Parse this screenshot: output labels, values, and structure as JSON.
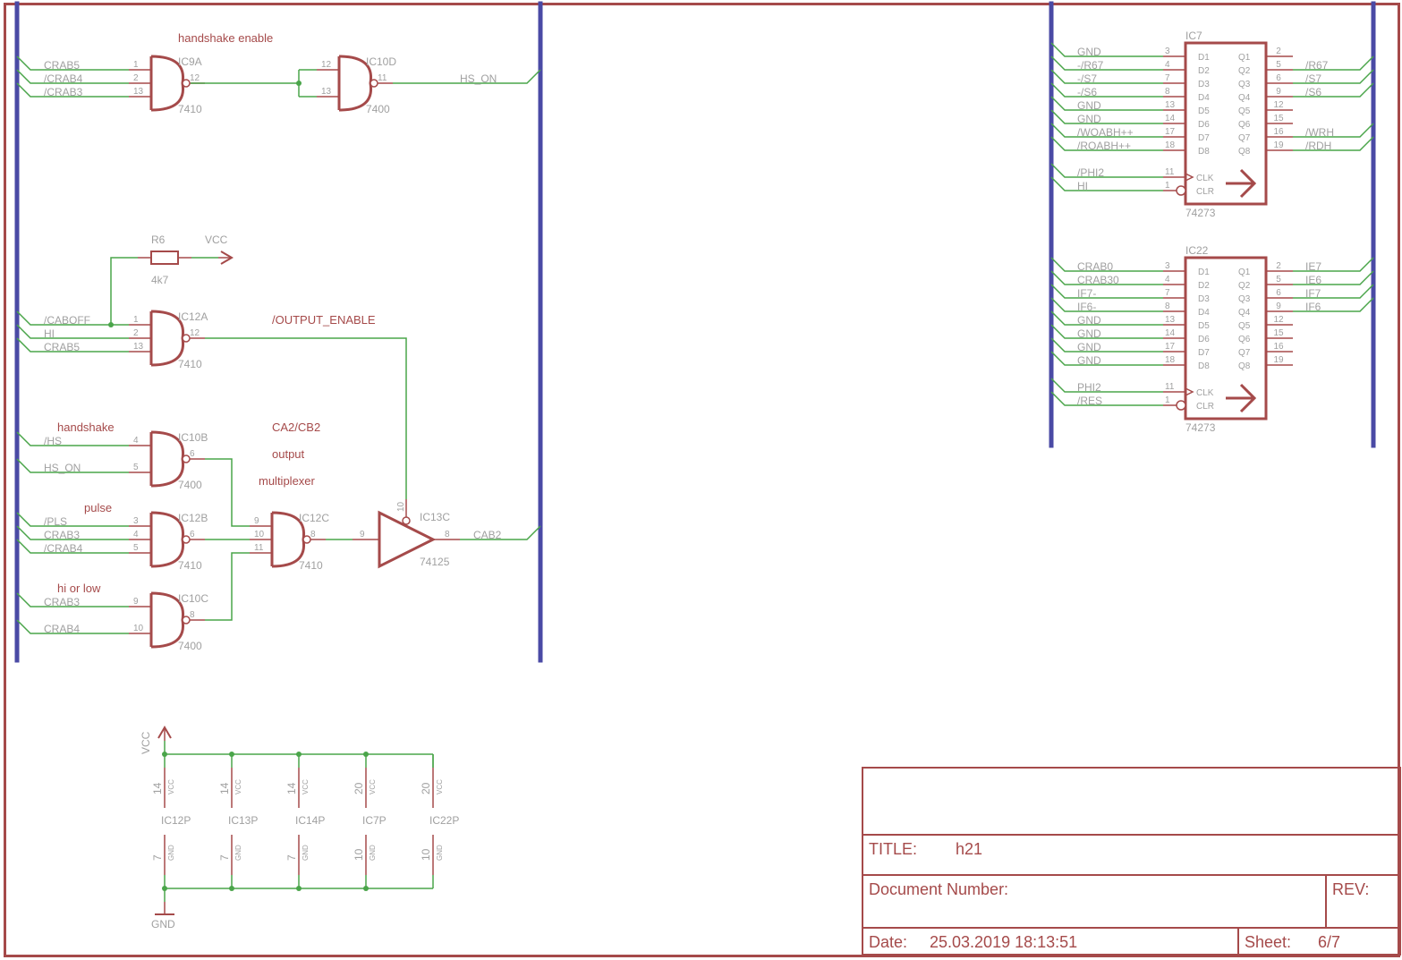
{
  "sheet": {
    "colors": {
      "frame": "#a54a4a",
      "bus": "#4a4aa5",
      "net": "#4aa54a",
      "text": "#a0a0a0",
      "comment": "#a54a4a"
    }
  },
  "comments": {
    "handshake_enable": "handshake enable",
    "output_enable": "/OUTPUT_ENABLE",
    "handshake": "handshake",
    "pulse": "pulse",
    "hi_or_low": "hi or low",
    "mux1": "CA2/CB2",
    "mux2": "output",
    "mux3": "multiplexer"
  },
  "gates": [
    {
      "id": "IC9A",
      "type": "7410",
      "inputs": [
        {
          "net": "CRAB5",
          "pin": "1"
        },
        {
          "net": "/CRAB4",
          "pin": "2"
        },
        {
          "net": "/CRAB3",
          "pin": "13"
        }
      ],
      "out_pin": "12"
    },
    {
      "id": "IC10D",
      "type": "7400",
      "inputs": [
        {
          "net": "",
          "pin": "12"
        },
        {
          "net": "",
          "pin": "13"
        }
      ],
      "out_pin": "11",
      "out_net": "HS_ON"
    },
    {
      "id": "IC12A",
      "type": "7410",
      "inputs": [
        {
          "net": "/CABOFF",
          "pin": "1"
        },
        {
          "net": "HI",
          "pin": "2"
        },
        {
          "net": "CRAB5",
          "pin": "13"
        }
      ],
      "out_pin": "12"
    },
    {
      "id": "IC10B",
      "type": "7400",
      "inputs": [
        {
          "net": "/HS",
          "pin": "4"
        },
        {
          "net": "HS_ON",
          "pin": "5"
        }
      ],
      "out_pin": "6"
    },
    {
      "id": "IC12B",
      "type": "7410",
      "inputs": [
        {
          "net": "/PLS",
          "pin": "3"
        },
        {
          "net": "CRAB3",
          "pin": "4"
        },
        {
          "net": "/CRAB4",
          "pin": "5"
        }
      ],
      "out_pin": "6"
    },
    {
      "id": "IC10C",
      "type": "7400",
      "inputs": [
        {
          "net": "CRAB3",
          "pin": "9"
        },
        {
          "net": "CRAB4",
          "pin": "10"
        }
      ],
      "out_pin": "8"
    },
    {
      "id": "IC12C",
      "type": "7410",
      "inputs": [
        {
          "net": "",
          "pin": "9"
        },
        {
          "net": "",
          "pin": "10"
        },
        {
          "net": "",
          "pin": "11"
        }
      ],
      "out_pin": "8"
    }
  ],
  "buffer": {
    "id": "IC13C",
    "type": "74125",
    "in_pin": "9",
    "out_pin": "8",
    "en_pin": "10",
    "out_net": "CAB2"
  },
  "resistor": {
    "id": "R6",
    "value": "4k7",
    "supply": "VCC"
  },
  "latches": [
    {
      "id": "IC7",
      "type": "74273",
      "d_inputs": [
        {
          "net": "GND",
          "pin": "3",
          "label": "D1"
        },
        {
          "net": "-/R67",
          "pin": "4",
          "label": "D2"
        },
        {
          "net": "-/S7",
          "pin": "7",
          "label": "D3"
        },
        {
          "net": "-/S6",
          "pin": "8",
          "label": "D4"
        },
        {
          "net": "GND",
          "pin": "13",
          "label": "D5"
        },
        {
          "net": "GND",
          "pin": "14",
          "label": "D6"
        },
        {
          "net": "/WOABH++",
          "pin": "17",
          "label": "D7"
        },
        {
          "net": "/ROABH++",
          "pin": "18",
          "label": "D8"
        }
      ],
      "q_outputs": [
        {
          "net": "",
          "pin": "2",
          "label": "Q1"
        },
        {
          "net": "/R67",
          "pin": "5",
          "label": "Q2"
        },
        {
          "net": "/S7",
          "pin": "6",
          "label": "Q3"
        },
        {
          "net": "/S6",
          "pin": "9",
          "label": "Q4"
        },
        {
          "net": "",
          "pin": "12",
          "label": "Q5"
        },
        {
          "net": "",
          "pin": "15",
          "label": "Q6"
        },
        {
          "net": "/WRH",
          "pin": "16",
          "label": "Q7"
        },
        {
          "net": "/RDH",
          "pin": "19",
          "label": "Q8"
        }
      ],
      "clk": {
        "net": "/PHI2",
        "pin": "11",
        "label": "CLK"
      },
      "clr": {
        "net": "HI",
        "pin": "1",
        "label": "CLR"
      }
    },
    {
      "id": "IC22",
      "type": "74273",
      "d_inputs": [
        {
          "net": "CRAB0",
          "pin": "3",
          "label": "D1"
        },
        {
          "net": "CRAB30",
          "pin": "4",
          "label": "D2"
        },
        {
          "net": "IF7-",
          "pin": "7",
          "label": "D3"
        },
        {
          "net": "IF6-",
          "pin": "8",
          "label": "D4"
        },
        {
          "net": "GND",
          "pin": "13",
          "label": "D5"
        },
        {
          "net": "GND",
          "pin": "14",
          "label": "D6"
        },
        {
          "net": "GND",
          "pin": "17",
          "label": "D7"
        },
        {
          "net": "GND",
          "pin": "18",
          "label": "D8"
        }
      ],
      "q_outputs": [
        {
          "net": "IE7",
          "pin": "2",
          "label": "Q1"
        },
        {
          "net": "IE6",
          "pin": "5",
          "label": "Q2"
        },
        {
          "net": "IF7",
          "pin": "6",
          "label": "Q3"
        },
        {
          "net": "IF6",
          "pin": "9",
          "label": "Q4"
        },
        {
          "net": "",
          "pin": "12",
          "label": "Q5"
        },
        {
          "net": "",
          "pin": "15",
          "label": "Q6"
        },
        {
          "net": "",
          "pin": "16",
          "label": "Q7"
        },
        {
          "net": "",
          "pin": "19",
          "label": "Q8"
        }
      ],
      "clk": {
        "net": "PHI2",
        "pin": "11",
        "label": "CLK"
      },
      "clr": {
        "net": "/RES",
        "pin": "1",
        "label": "CLR"
      }
    }
  ],
  "power": {
    "vcc_label": "VCC",
    "gnd_label": "GND",
    "vcc_pin_name": "VCC",
    "gnd_pin_name": "GND",
    "parts": [
      {
        "id": "IC12P",
        "vcc_pin": "14",
        "gnd_pin": "7"
      },
      {
        "id": "IC13P",
        "vcc_pin": "14",
        "gnd_pin": "7"
      },
      {
        "id": "IC14P",
        "vcc_pin": "14",
        "gnd_pin": "7"
      },
      {
        "id": "IC7P",
        "vcc_pin": "20",
        "gnd_pin": "10"
      },
      {
        "id": "IC22P",
        "vcc_pin": "20",
        "gnd_pin": "10"
      }
    ]
  },
  "title_block": {
    "title_label": "TITLE:",
    "title_value": "h21",
    "docnum_label": "Document Number:",
    "rev_label": "REV:",
    "date_label": "Date:",
    "date_value": "25.03.2019 18:13:51",
    "sheet_label": "Sheet:",
    "sheet_value": "6/7"
  }
}
